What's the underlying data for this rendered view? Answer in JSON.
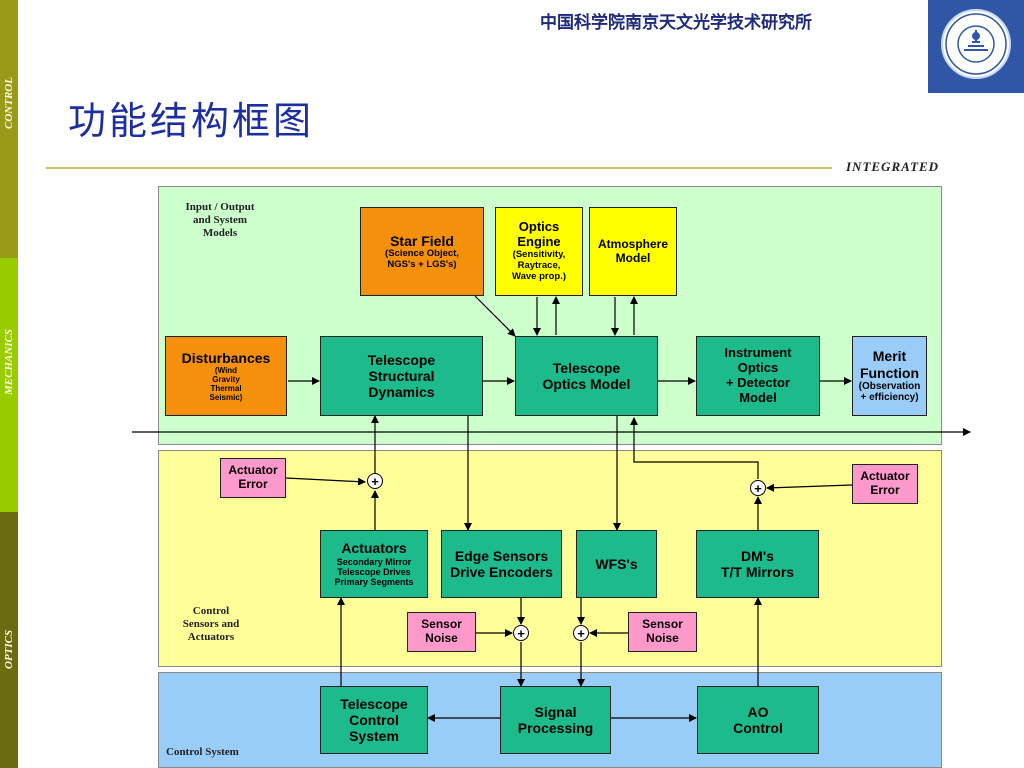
{
  "header": {
    "organization": "中国科学院南京天文光学技术研究所",
    "title": "功能结构框图",
    "integrated_label": "INTEGRATED"
  },
  "sidebar": {
    "control": "CONTROL",
    "mechanics": "MECHANICS",
    "optics": "OPTICS"
  },
  "zones": {
    "io": "Input / Output\nand System\nModels",
    "sensors": "Control\nSensors and\nActuators",
    "control": "Control System"
  },
  "blocks": {
    "star_field": {
      "title": "Star Field",
      "sub": "(Science Object,\nNGS's + LGS's)"
    },
    "optics_engine": {
      "title": "Optics\nEngine",
      "sub": "(Sensitivity,\nRaytrace,\nWave prop.)"
    },
    "atmosphere": {
      "title": "Atmosphere\nModel"
    },
    "disturbances": {
      "title": "Disturbances",
      "sub": "(Wind\nGravity\nThermal\nSeismic)"
    },
    "telescope_structural": {
      "title": "Telescope\nStructural\nDynamics"
    },
    "telescope_optics": {
      "title": "Telescope\nOptics Model"
    },
    "instrument_optics": {
      "title": "Instrument\nOptics\n+ Detector\nModel"
    },
    "merit_function": {
      "title": "Merit\nFunction",
      "sub": "(Observation\n+ efficiency)"
    },
    "actuator_error_left": {
      "title": "Actuator\nError"
    },
    "actuator_error_right": {
      "title": "Actuator\nError"
    },
    "actuators": {
      "title": "Actuators",
      "sub": "Secondary Mirror\nTelescope Drives\nPrimary Segments"
    },
    "edge_sensors": {
      "title": "Edge Sensors\nDrive Encoders"
    },
    "wfs": {
      "title": "WFS's"
    },
    "dm": {
      "title": "DM's\nT/T Mirrors"
    },
    "sensor_noise_left": {
      "title": "Sensor\nNoise"
    },
    "sensor_noise_right": {
      "title": "Sensor\nNoise"
    },
    "telescope_control": {
      "title": "Telescope\nControl\nSystem"
    },
    "signal_processing": {
      "title": "Signal\nProcessing"
    },
    "ao_control": {
      "title": "AO\nControl"
    }
  },
  "sum_symbol": "+",
  "colors": {
    "io_zone": "#ccffcc",
    "sensor_zone": "#ffff99",
    "control_zone": "#99ccf7",
    "process_block": "#1dbb8b",
    "disturbance_block": "#f5900d",
    "model_block": "#ffff00",
    "merit_block": "#99ccf7",
    "error_block": "#ff99cc",
    "sidebar_olive": "#99991a",
    "sidebar_green": "#99cc00",
    "sidebar_dark": "#6b6b10",
    "title_blue": "#1d2f9e",
    "rule_gold": "#c9c26a"
  }
}
